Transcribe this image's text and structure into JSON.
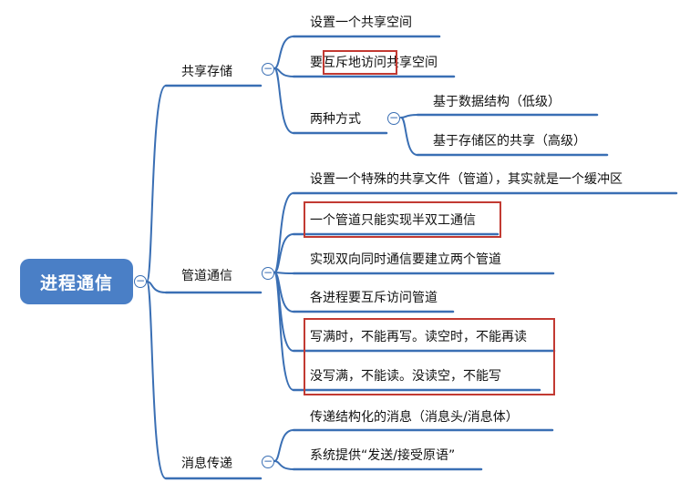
{
  "root": {
    "label": "进程通信"
  },
  "branches": [
    {
      "label": "共享存储",
      "items": [
        {
          "label": "设置一个共享空间"
        },
        {
          "label": "要互斥地访问共享空间"
        },
        {
          "label": "两种方式",
          "items": [
            {
              "label": "基于数据结构（低级）"
            },
            {
              "label": "基于存储区的共享（高级）"
            }
          ]
        }
      ]
    },
    {
      "label": "管道通信",
      "items": [
        {
          "label": "设置一个特殊的共享文件（管道），其实就是一个缓冲区"
        },
        {
          "label": "一个管道只能实现半双工通信"
        },
        {
          "label": "实现双向同时通信要建立两个管道"
        },
        {
          "label": "各进程要互斥访问管道"
        },
        {
          "label": "写满时，不能再写。读空时，不能再读"
        },
        {
          "label": "没写满，不能读。没读空，不能写"
        }
      ]
    },
    {
      "label": "消息传递",
      "items": [
        {
          "label": "传递结构化的消息（消息头/消息体）"
        },
        {
          "label": "系统提供“发送/接受原语”"
        }
      ]
    }
  ],
  "collapse_symbol": "−",
  "colors": {
    "root": "#4a7fc6",
    "line": "#3a6fb4",
    "highlight": "#c23a32"
  }
}
